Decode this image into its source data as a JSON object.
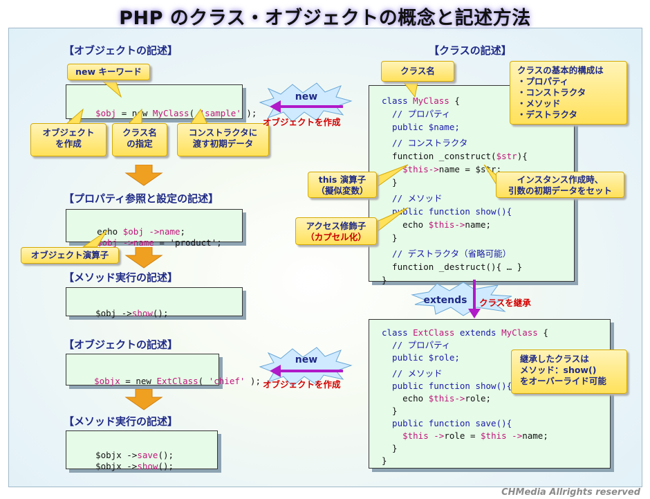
{
  "title": "PHP のクラス・オブジェクトの概念と記述方法",
  "footer": "CHMedia Allrights reserved",
  "left": {
    "h_object": "【オブジェクトの記述】",
    "h_property": "【プロパティ参照と設定の記述】",
    "h_method": "【メソッド実行の記述】",
    "h_object2": "【オブジェクトの記述】",
    "h_method2": "【メソッド実行の記述】"
  },
  "right": {
    "h_class": "【クラスの記述】"
  },
  "notes": {
    "new_keyword": "new キーワード",
    "create_object_1": "オブジェクト",
    "create_object_2": "を作成",
    "class_name_1": "クラス名",
    "class_name_2": "の指定",
    "constructor_1": "コンストラクタに",
    "constructor_2": "渡す初期データ",
    "object_operator": "オブジェクト演算子",
    "class_name_tag": "クラス名",
    "basic_1": "クラスの基本的構成は",
    "basic_2": "・プロパティ",
    "basic_3": "・コンストラクタ",
    "basic_4": "・メソッド",
    "basic_5": "・デストラクタ",
    "this_1": "this 演算子",
    "this_2": "（擬似変数）",
    "instance_1": "インスタンス作成時、",
    "instance_2": "引数の初期データをセット",
    "access_1": "アクセス修飾子",
    "access_2": "（カプセル化）",
    "override_1": "継承したクラスは",
    "override_2": "メソッド：show()",
    "override_3": "をオーバーライド可能"
  },
  "bursts": {
    "new1": "new",
    "new1_label": "オブジェクトを作成",
    "extends": "extends",
    "extends_label": "クラスを継承",
    "new2": "new",
    "new2_label": "オブジェクトを作成"
  },
  "code": {
    "obj1_a": "$obj",
    "obj1_b": " = new ",
    "obj1_c": "MyClass",
    "obj1_d": "( ",
    "obj1_e": "'sample'",
    "obj1_f": " );",
    "prop_l1a": "echo ",
    "prop_l1b": "$obj ->name",
    "prop_l1c": ";",
    "prop_l2a": "$obj ->name",
    "prop_l2b": " = 'product';",
    "meth1_a": "$obj ->",
    "meth1_b": "show",
    "meth1_c": "();",
    "obj2_a": "$objx",
    "obj2_b": " = new ",
    "obj2_c": "ExtClass",
    "obj2_d": "( ",
    "obj2_e": "'chief'",
    "obj2_f": " );",
    "meth2_l1a": "$objx ->",
    "meth2_l1b": "save",
    "meth2_l1c": "();",
    "meth2_l2a": "$objx ->",
    "meth2_l2b": "show",
    "meth2_l2c": "();",
    "c1_l1a": "class ",
    "c1_l1b": "MyClass",
    "c1_l1c": " {",
    "c1_l2": "  // プロパティ",
    "c1_l3": "  public $name;",
    "c1_l4": "  // コンストラクタ",
    "c1_l5a": "  function _construct(",
    "c1_l5b": "$str",
    "c1_l5c": "){",
    "c1_l6a": "    ",
    "c1_l6b": "$this->",
    "c1_l6c": "name = $str;",
    "c1_l7": "  }",
    "c1_l8": "  // メソッド",
    "c1_l9": "  public function show(){",
    "c1_l10a": "    echo ",
    "c1_l10b": "$this->",
    "c1_l10c": "name;",
    "c1_l11": "  }",
    "c1_l12": "  // デストラクタ（省略可能）",
    "c1_l13": "  function _destruct(){ … }",
    "c1_l14": "}",
    "c2_l1a": "class ",
    "c2_l1b": "ExtClass",
    "c2_l1c": " extends ",
    "c2_l1d": "MyClass",
    "c2_l1e": " {",
    "c2_l2": "  // プロパティ",
    "c2_l3": "  public $role;",
    "c2_l4": "  // メソッド",
    "c2_l5": "  public function show(){",
    "c2_l6a": "    echo ",
    "c2_l6b": "$this->",
    "c2_l6c": "role;",
    "c2_l7": "  }",
    "c2_l8": "  public function save(){",
    "c2_l9a": "    ",
    "c2_l9b": "$this ->",
    "c2_l9c": "role = ",
    "c2_l9d": "$this ->",
    "c2_l9e": "name;",
    "c2_l10": "  }",
    "c2_l11": "}"
  },
  "colors": {
    "heading": "#1f2a86",
    "code_bg": "#e6fbe8",
    "accent_magenta": "#c0157a",
    "note_yellow": "#ffe15a",
    "arrow_orange": "#f0a020",
    "arrow_purple": "#b01ac8",
    "red_label": "#d40000"
  }
}
